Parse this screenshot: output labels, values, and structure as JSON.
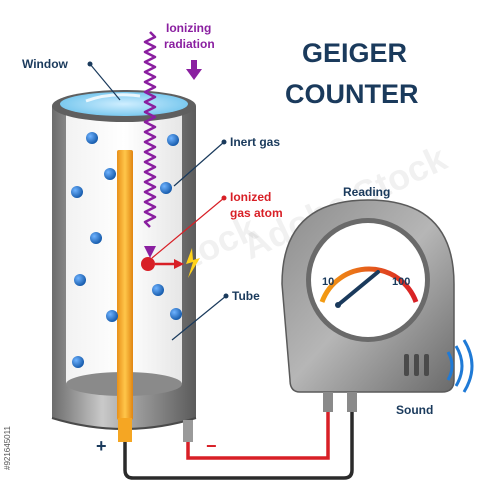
{
  "title": {
    "line1": "GEIGER",
    "line2": "COUNTER"
  },
  "labels": {
    "window": "Window",
    "radiation_line1": "Ionizing",
    "radiation_line2": "radiation",
    "inert_gas": "Inert gas",
    "ionized_line1": "Ionized",
    "ionized_line2": "gas atom",
    "tube": "Tube",
    "reading": "Reading",
    "sound": "Sound",
    "plus": "+",
    "minus": "−"
  },
  "meter": {
    "min_label": "10",
    "max_label": "100"
  },
  "watermark": "Adobe Stock",
  "stock_id": "#921645011",
  "colors": {
    "title": "#1a3a5c",
    "accent_red": "#d81f26",
    "radiation": "#8a1fa0",
    "gas_atom": "#1e74c4",
    "anode": "#f5a623",
    "sound_waves": "#1f7ad6"
  }
}
